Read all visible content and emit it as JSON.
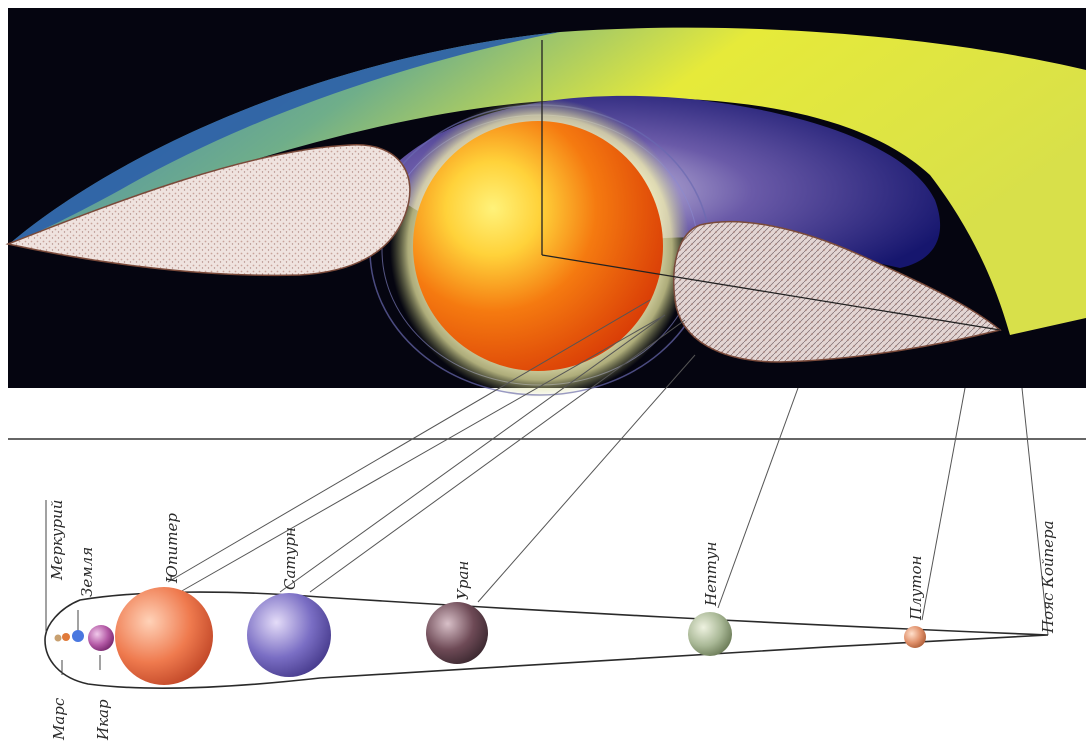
{
  "labels": {
    "mercury": "Меркурий",
    "earth": "Земля",
    "jupiter": "Юпитер",
    "saturn": "Сатурн",
    "uranus": "Уран",
    "neptune": "Нептун",
    "pluto": "Плутон",
    "kuiper_belt": "Пояс Койпера",
    "mars": "Марс",
    "icarus": "Икар"
  },
  "colors": {
    "space": "#050510",
    "sun_core": "#f04a08",
    "sun_glow": "#fff27a",
    "outer_band": "#e8ec3c",
    "inner_blue": "#1c1c7a",
    "rim_blue": "#2c5fa8",
    "lobe_fill": "#efe3df",
    "lobe_stroke": "#7a4a3a",
    "guide_line": "#555555",
    "jupiter": "#ef7a4e",
    "saturn": "#7a6ec4",
    "uranus": "#6e4a56",
    "neptune": "#a9b896",
    "pluto": "#e0906a",
    "earth": "#4a78e0",
    "mars": "#e07a3a",
    "icarus": "#b45aa6"
  }
}
